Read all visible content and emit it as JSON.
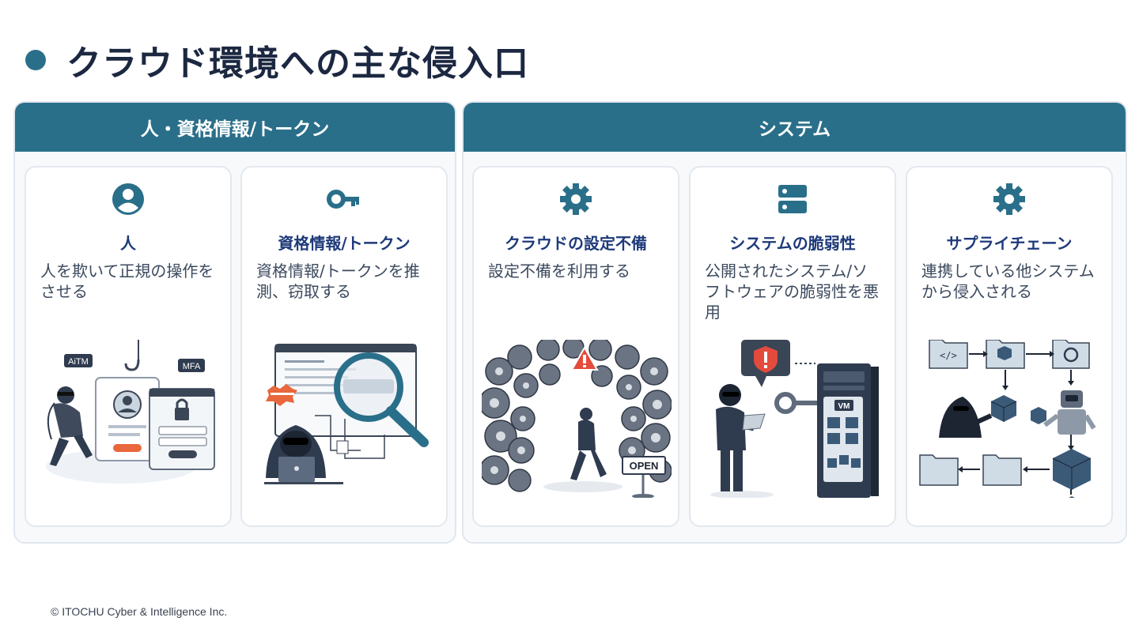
{
  "title": "クラウド環境への主な侵入口",
  "groups": [
    {
      "header": "人・資格情報/トークン",
      "cards": [
        {
          "icon": "person-circle-icon",
          "title": "人",
          "desc": "人を欺いて正規の操作をさせる",
          "badge1": "AiTM",
          "badge2": "MFA"
        },
        {
          "icon": "key-icon",
          "title": "資格情報/トークン",
          "desc": "資格情報/トークンを推測、窃取する"
        }
      ]
    },
    {
      "header": "システム",
      "cards": [
        {
          "icon": "gear-icon",
          "title": "クラウドの設定不備",
          "desc": "設定不備を利用する",
          "sign": "OPEN"
        },
        {
          "icon": "server-icon",
          "title": "システムの脆弱性",
          "desc": "公開されたシステム/ソフトウェアの脆弱性を悪用",
          "badge": "VM"
        },
        {
          "icon": "gear-icon",
          "title": "サプライチェーン",
          "desc": "連携している他システムから侵入される"
        }
      ]
    }
  ],
  "footer": "© ITOCHU Cyber & Intelligence Inc.",
  "colors": {
    "header_bg": "#2a6f8a",
    "title_text": "#1c2841",
    "card_title": "#1e3a7a",
    "body_text": "#3c4a5e"
  }
}
